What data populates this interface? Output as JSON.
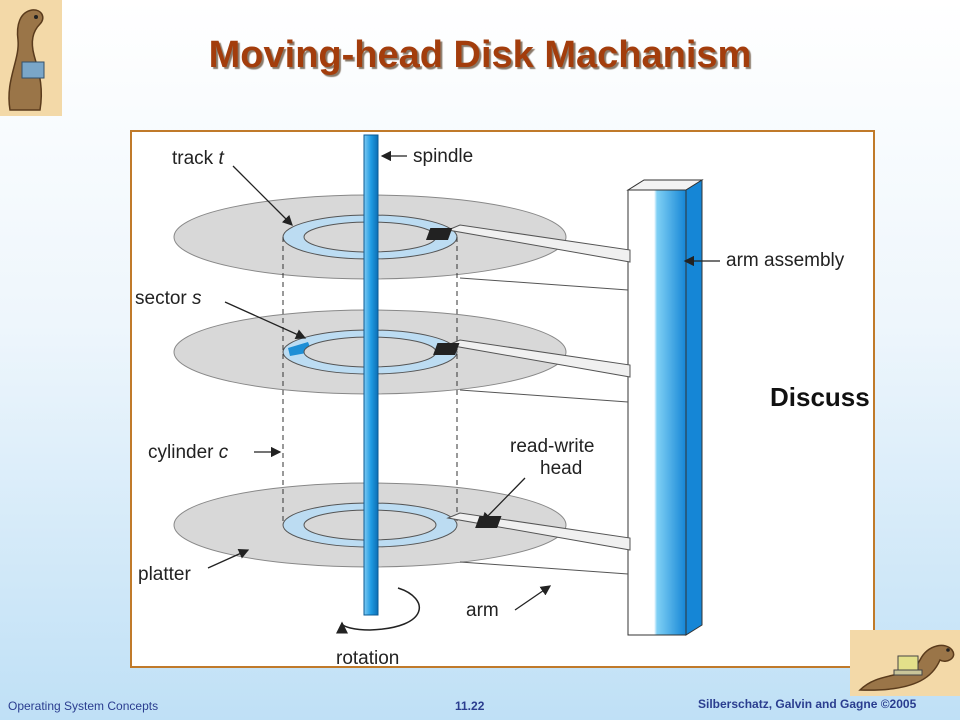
{
  "slide": {
    "title": "Moving-head Disk Machanism",
    "discuss": "Discuss",
    "footer_left": "Operating System Concepts",
    "footer_center": "11.22",
    "footer_right": "Silberschatz, Galvin and Gagne ©2005"
  },
  "diagram": {
    "labels": {
      "track_prefix": "track ",
      "track_var": "t",
      "spindle": "spindle",
      "arm_assembly": "arm assembly",
      "sector_prefix": "sector ",
      "sector_var": "s",
      "cylinder_prefix": "cylinder ",
      "cylinder_var": "c",
      "read_write_line1": "read-write",
      "read_write_line2": "head",
      "platter": "platter",
      "arm": "arm",
      "rotation": "rotation"
    },
    "colors": {
      "border": "#c07a2a",
      "platter": "#d8d8d8",
      "track": "#bcdcf2",
      "spindle": "#29a3e6",
      "highlight_sector": "#1e8fd6"
    }
  },
  "icons": [
    "dinosaur-logo-top-left",
    "dinosaur-logo-bottom-right"
  ]
}
